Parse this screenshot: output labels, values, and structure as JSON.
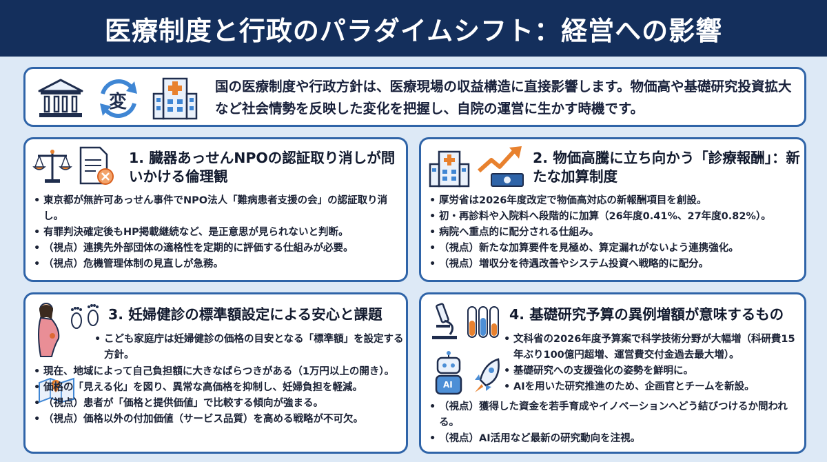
{
  "header": {
    "title": "医療制度と行政のパラダイムシフト：経営への影響"
  },
  "intro": {
    "change_glyph": "変",
    "text": "国の医療制度や行政方針は、医療現場の収益構造に直接影響します。物価高や基礎研究投資拡大など社会情勢を反映した変化を把握し、自院の運営に生かす時機です。",
    "icons": [
      "government-building-icon",
      "change-cycle-icon",
      "hospital-icon"
    ]
  },
  "cards": [
    {
      "title": "1. 臓器あっせんNPOの認証取り消しが問いかける倫理観",
      "icons": [
        "scales-of-justice-icon",
        "revoked-document-icon"
      ],
      "bullets": [
        "東京都が無許可あっせん事件でNPO法人「難病患者支援の会」の認証取り消し。",
        "有罪判決確定後もHP掲載継続など、是正意思が見られないと判断。",
        "（視点）連携先外部団体の適格性を定期的に評価する仕組みが必要。",
        "（視点）危機管理体制の見直しが急務。"
      ]
    },
    {
      "title": "2. 物価高騰に立ち向かう「診療報酬」：新たな加算制度",
      "icons": [
        "hospital-icon",
        "rising-price-arrow-icon"
      ],
      "bullets": [
        "厚労省は2026年度改定で物価高対応の新報酬項目を創設。",
        "初・再診料や入院料へ段階的に加算（26年度0.41%、27年度0.82%）。",
        "病院へ重点的に配分される仕組み。",
        "（視点）新たな加算要件を見極め、算定漏れがないよう連携強化。",
        "（視点）増収分を待遇改善やシステム投資へ戦略的に配分。"
      ]
    },
    {
      "title": "3. 妊婦健診の標準額設定による安心と課題",
      "icons": [
        "pregnant-woman-icon",
        "footprints-icon",
        "map-icon"
      ],
      "bullets": [
        "こども家庭庁は妊婦健診の価格の目安となる「標準額」を設定する方針。",
        "現在、地域によって自己負担額に大きなばらつきがある（1万円以上の開き）。",
        "価格の「見える化」を図り、異常な高価格を抑制し、妊婦負担を軽減。",
        "（視点）患者が「価格と提供価値」で比較する傾向が強まる。",
        "（視点）価格以外の付加価値（サービス品質）を高める戦略が不可欠。"
      ]
    },
    {
      "title": "4. 基礎研究予算の異例増額が意味するもの",
      "icons": [
        "microscope-icon",
        "test-tubes-icon",
        "ai-robot-icon",
        "rocket-icon"
      ],
      "ai_label": "AI",
      "bullets": [
        "文科省の2026年度予算案で科学技術分野が大幅増（科研費15年ぶり100億円超増、運営費交付金過去最大増）。",
        "基礎研究への支援強化の姿勢を鮮明に。",
        "AIを用いた研究推進のため、企画官とチームを新設。",
        "（視点）獲得した資金を若手育成やイノベーションへどう結びつけるか問われる。",
        "（視点）AI活用など最新の研究動向を注視。"
      ]
    }
  ],
  "colors": {
    "header_bg": "#142f5c",
    "panel_border": "#2f64a8",
    "background": "#dde9f6",
    "accent_orange": "#e8812e",
    "accent_blue": "#4d8fd6"
  }
}
